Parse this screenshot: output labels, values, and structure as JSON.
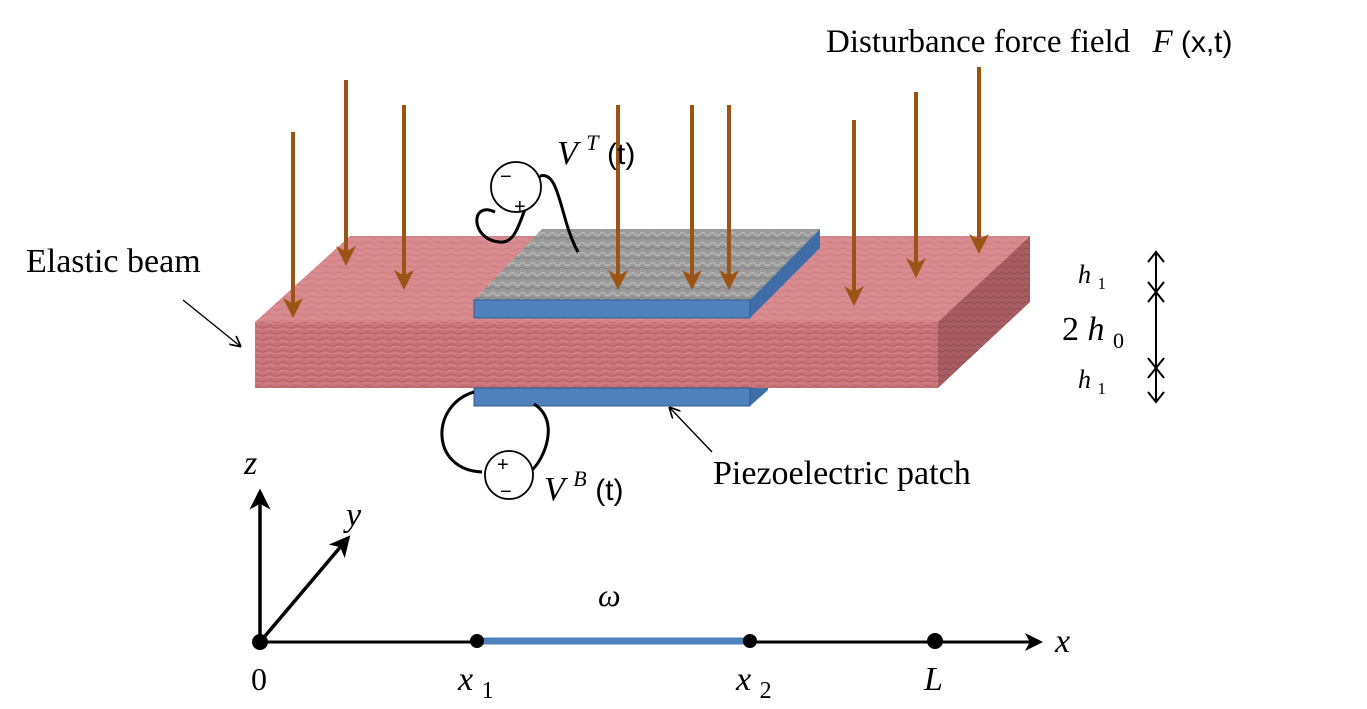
{
  "title_label": "Disturbance force field",
  "force_symbol": "F",
  "force_args": "(x,t)",
  "beam_label": "Elastic beam",
  "patch_label": "Piezoelectric patch",
  "top_voltage": {
    "symbol": "V",
    "superscript": "T",
    "args": "(t)"
  },
  "bottom_voltage": {
    "symbol": "V",
    "superscript": "B",
    "args": "(t)"
  },
  "thickness": {
    "top_layer": {
      "base": "h",
      "sub": "1"
    },
    "core": {
      "coef": "2",
      "base": "h",
      "sub": "0"
    },
    "bottom_layer": {
      "base": "h",
      "sub": "1"
    }
  },
  "axes": {
    "z": "z",
    "y": "y",
    "x": "x"
  },
  "axis_points": {
    "origin": "0",
    "x1": {
      "base": "x",
      "sub": "1"
    },
    "x2": {
      "base": "x",
      "sub": "2"
    },
    "L": "L"
  },
  "domain_label": "ω",
  "colors": {
    "beam_front": "#c9747a",
    "beam_top": "#d98c90",
    "beam_side": "#a85d63",
    "patch_blue": "#4f81bd",
    "patch_top": "#9a9a9a",
    "force_arrow": "#9c5414",
    "ink": "#000000"
  }
}
